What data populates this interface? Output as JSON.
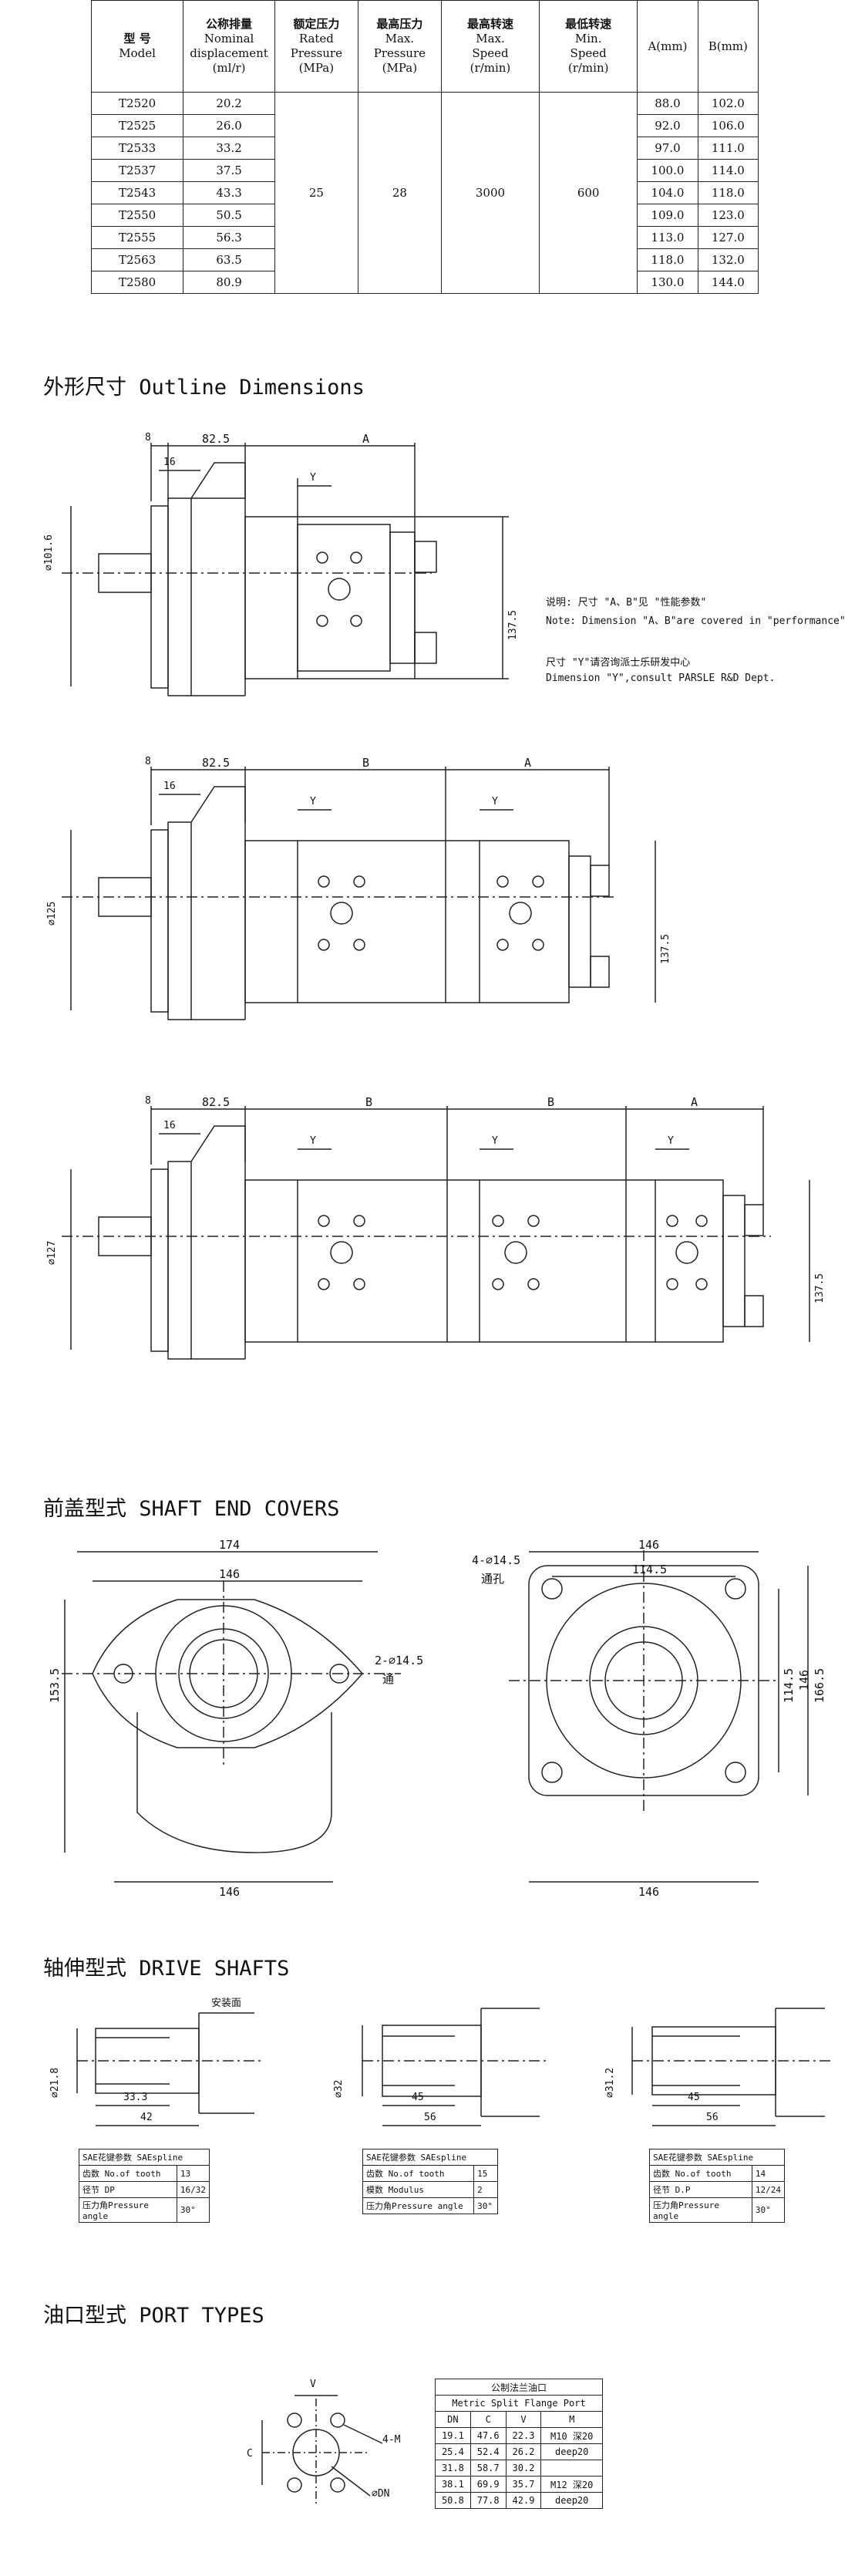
{
  "spec_table": {
    "headers": [
      {
        "zh": "型 号",
        "en": [
          "Model"
        ]
      },
      {
        "zh": "公称排量",
        "en": [
          "Nominal",
          "displacement",
          "(ml/r)"
        ]
      },
      {
        "zh": "额定压力",
        "en": [
          "Rated",
          "Pressure",
          "(MPa)"
        ]
      },
      {
        "zh": "最高压力",
        "en": [
          "Max.",
          "Pressure",
          "(MPa)"
        ]
      },
      {
        "zh": "最高转速",
        "en": [
          "Max.",
          "Speed",
          "(r/min)"
        ]
      },
      {
        "zh": "最低转速",
        "en": [
          "Min.",
          "Speed",
          "(r/min)"
        ]
      },
      {
        "zh": "",
        "en": [
          "A(mm)"
        ]
      },
      {
        "zh": "",
        "en": [
          "B(mm)"
        ]
      }
    ],
    "rows": [
      {
        "model": "T2520",
        "disp": "20.2",
        "a": "88.0",
        "b": "102.0"
      },
      {
        "model": "T2525",
        "disp": "26.0",
        "a": "92.0",
        "b": "106.0"
      },
      {
        "model": "T2533",
        "disp": "33.2",
        "a": "97.0",
        "b": "111.0"
      },
      {
        "model": "T2537",
        "disp": "37.5",
        "a": "100.0",
        "b": "114.0"
      },
      {
        "model": "T2543",
        "disp": "43.3",
        "a": "104.0",
        "b": "118.0"
      },
      {
        "model": "T2550",
        "disp": "50.5",
        "a": "109.0",
        "b": "123.0"
      },
      {
        "model": "T2555",
        "disp": "56.3",
        "a": "113.0",
        "b": "127.0"
      },
      {
        "model": "T2563",
        "disp": "63.5",
        "a": "118.0",
        "b": "132.0"
      },
      {
        "model": "T2580",
        "disp": "80.9",
        "a": "130.0",
        "b": "144.0"
      }
    ],
    "rated_pressure": "25",
    "max_pressure": "28",
    "max_speed": "3000",
    "min_speed": "600"
  },
  "sections": {
    "outline": "外形尺寸 Outline Dimensions",
    "shaft_end": "前盖型式 SHAFT END COVERS",
    "drive": "轴伸型式 DRIVE SHAFTS",
    "ports": "油口型式 PORT TYPES"
  },
  "notes": {
    "line1": "说明: 尺寸 \"A、B\"见 \"性能参数\"",
    "line2": "Note: Dimension \"A、B\"are covered in \"performance\"",
    "line3": "尺寸 \"Y\"请咨询派士乐研发中心",
    "line4": "Dimension \"Y\",consult PARSLE R&D Dept."
  },
  "dims": {
    "d8": "8",
    "d82_5": "82.5",
    "d16": "16",
    "A": "A",
    "B": "B",
    "Y": "Y",
    "d101_6": "⌀101.6",
    "d125": "⌀125",
    "d127": "⌀127",
    "d137_5": "137.5",
    "d174": "174",
    "d146": "146",
    "d114_5": "114.5",
    "d153_5": "153.5",
    "d166_5": "166.5",
    "holes2": "2-⌀14.5",
    "thru": "通",
    "holes4": "4-⌀14.5",
    "thru2": "通孔",
    "d21_8": "⌀21.8",
    "d33_3": "33.3",
    "d42": "42",
    "install": "安装面",
    "d32": "⌀32",
    "d45": "45",
    "d56": "56",
    "d31_2": "⌀31.2",
    "V": "V",
    "C": "C",
    "M4": "4-M",
    "DN": "⌀DN"
  },
  "shaft_tables": [
    {
      "title": "SAE花键参数 SAEspline",
      "rows": [
        [
          "齿数 No.of tooth",
          "13"
        ],
        [
          "径节 DP",
          "16/32"
        ],
        [
          "压力角Pressure angle",
          "30°"
        ]
      ]
    },
    {
      "title": "SAE花键参数 SAEspline",
      "rows": [
        [
          "齿数 No.of tooth",
          "15"
        ],
        [
          "模数 Modulus",
          "2"
        ],
        [
          "压力角Pressure angle",
          "30°"
        ]
      ]
    },
    {
      "title": "SAE花键参数 SAEspline",
      "rows": [
        [
          "齿数 No.of tooth",
          "14"
        ],
        [
          "径节 D.P",
          "12/24"
        ],
        [
          "压力角Pressure angle",
          "30°"
        ]
      ]
    }
  ],
  "port_table": {
    "title_zh": "公制法兰油口",
    "title_en": "Metric Split Flange Port",
    "headers": [
      "DN",
      "C",
      "V",
      "M"
    ],
    "rows": [
      [
        "19.1",
        "47.6",
        "22.3",
        "M10 深20"
      ],
      [
        "25.4",
        "52.4",
        "26.2",
        "deep20"
      ],
      [
        "31.8",
        "58.7",
        "30.2",
        ""
      ],
      [
        "38.1",
        "69.9",
        "35.7",
        "M12 深20"
      ],
      [
        "50.8",
        "77.8",
        "42.9",
        "deep20"
      ]
    ]
  }
}
